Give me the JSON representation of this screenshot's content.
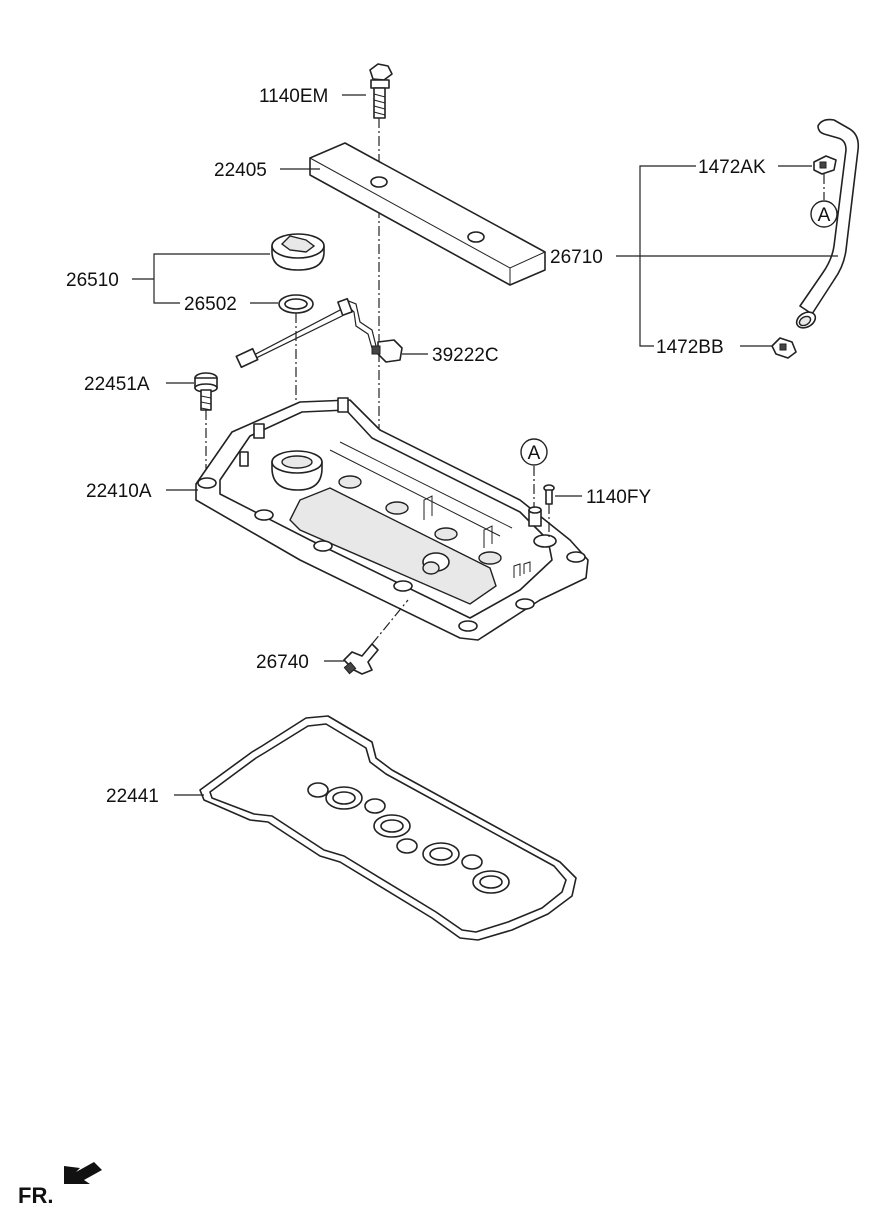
{
  "labels": {
    "p1140EM": "1140EM",
    "p22405": "22405",
    "p26510": "26510",
    "p26502": "26502",
    "p39222C": "39222C",
    "p22451A": "22451A",
    "p22410A": "22410A",
    "p1140FY": "1140FY",
    "p26740": "26740",
    "p22441": "22441",
    "p1472AK": "1472AK",
    "p26710": "26710",
    "p1472BB": "1472BB"
  },
  "refs": {
    "ref_a_hose": "A",
    "ref_a_cover": "A"
  },
  "direction": {
    "fr": "FR."
  }
}
